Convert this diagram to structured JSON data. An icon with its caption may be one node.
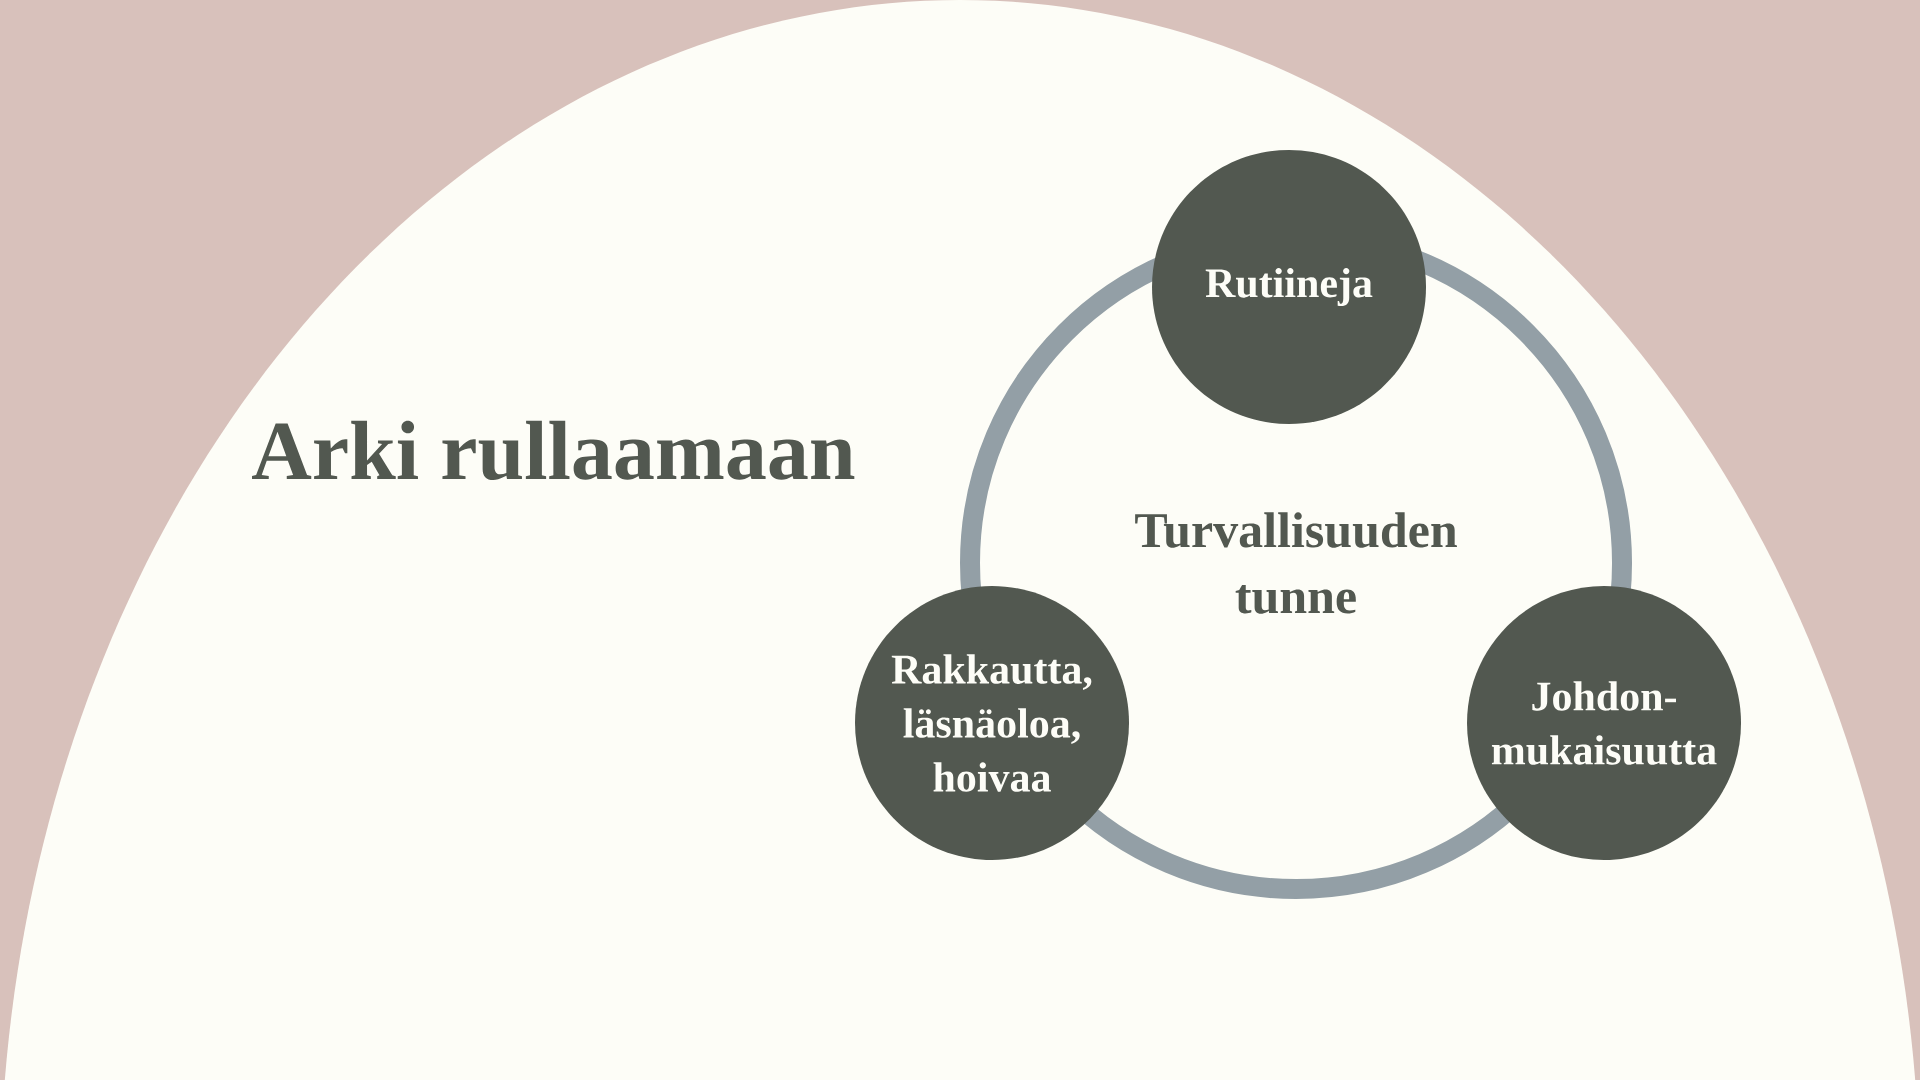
{
  "diagram": {
    "title": "Arki rullaamaan",
    "nodes": [
      {
        "text": [
          "Rutiineja"
        ]
      },
      {
        "text": [
          "Turvallisuuden tunne"
        ]
      },
      {
        "text": [
          "Rakkautta, läsnäoloa, hoivaa"
        ]
      },
      {
        "text": [
          "Johdon- mukaisuutta"
        ]
      }
    ]
  }
}
